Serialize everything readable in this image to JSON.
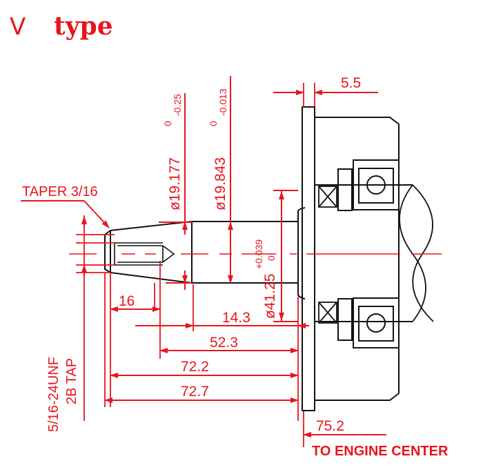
{
  "diagram": {
    "title_mark": "V",
    "title": "type",
    "labels": {
      "taper": "TAPER 3/16",
      "tap_line1": "5/16-24UNF",
      "tap_line2": "2B TAP",
      "engine_center": "TO ENGINE CENTER"
    },
    "dimensions": {
      "d_5_5": "5.5",
      "d_16": "16",
      "d_14_3": "14.3",
      "d_52_3": "52.3",
      "d_72_2": "72.2",
      "d_72_7": "72.7",
      "d_75_2": "75.2"
    },
    "diameters": {
      "d1_main": "ø19.177",
      "d1_sup": "0",
      "d1_sub": "-0.25",
      "d2_main": "ø19.843",
      "d2_sup": "0",
      "d2_sub": "-0.013",
      "d3_main": "ø41.25",
      "d3_sup": "+0.039",
      "d3_sub": "0"
    },
    "colors": {
      "dimension": "#e8141c",
      "outline": "#111111"
    }
  }
}
